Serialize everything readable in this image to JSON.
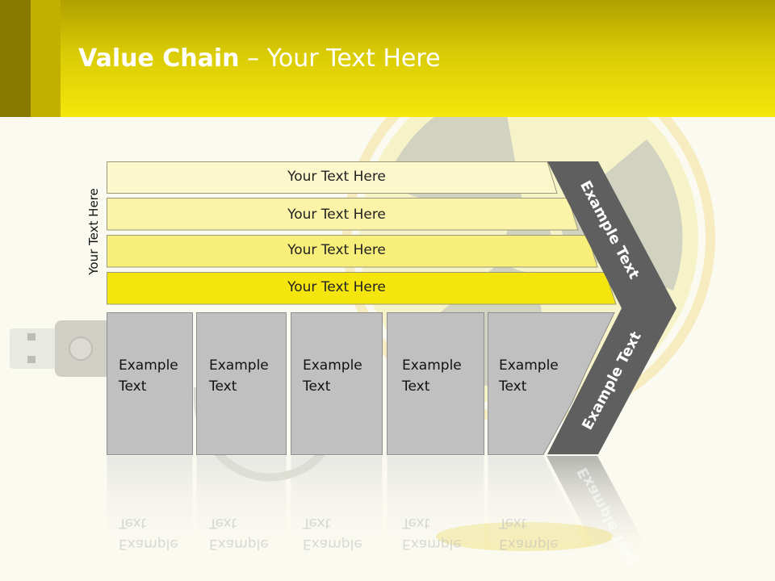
{
  "title": {
    "bold": "Value Chain",
    "rest": " – Your Text Here"
  },
  "side_label": "Your Text Here",
  "rows": [
    {
      "label": "Your Text Here",
      "color": "#fdf8cc"
    },
    {
      "label": "Your Text Here",
      "color": "#fbf3a8"
    },
    {
      "label": "Your Text Here",
      "color": "#f8ee7a"
    },
    {
      "label": "Your Text Here",
      "color": "#f4e50e"
    }
  ],
  "boxes": [
    {
      "line1": "Example",
      "line2": "Text"
    },
    {
      "line1": "Example",
      "line2": "Text"
    },
    {
      "line1": "Example",
      "line2": "Text"
    },
    {
      "line1": "Example",
      "line2": "Text"
    },
    {
      "line1": "Example",
      "line2": "Text"
    }
  ],
  "chevron": {
    "top": "Example Text",
    "bottom": "Example Text",
    "color": "#5f5f5f"
  },
  "colors": {
    "header": "#f5e60c",
    "box": "#c0c0c0",
    "background": "#fbfaf1"
  }
}
